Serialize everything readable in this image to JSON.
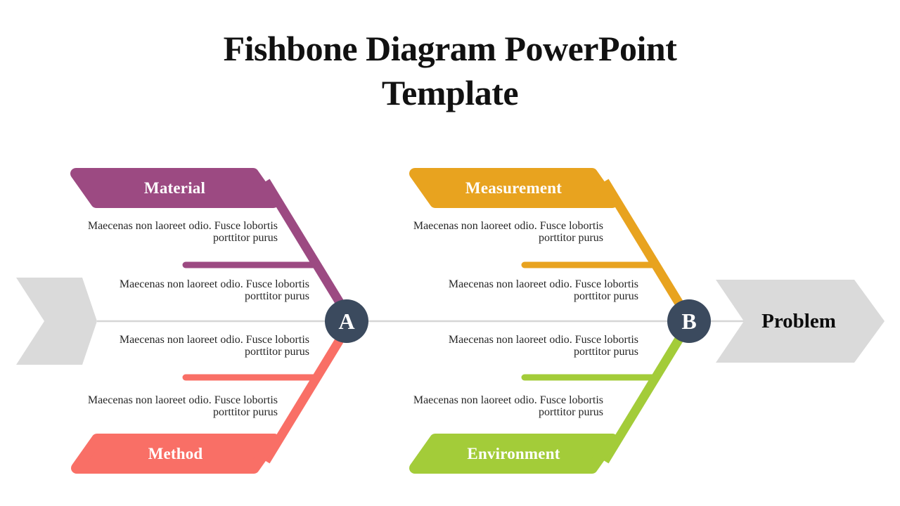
{
  "page": {
    "title": "Fishbone Diagram PowerPoint Template",
    "background_color": "#FFFFFF"
  },
  "diagram": {
    "type": "fishbone",
    "problem_label": "Problem",
    "spine_color": "#D6D6D6",
    "arrow_color": "#DADADA",
    "node_color": "#3B4A5E",
    "node_text_color": "#FFFFFF",
    "nodes": [
      {
        "label": "A"
      },
      {
        "label": "B"
      }
    ],
    "categories": [
      {
        "label": "Material",
        "color": "#9C4A82",
        "quadrant": "top-left",
        "notes": [
          "Maecenas non laoreet odio. Fusce lobortis porttitor purus",
          "Maecenas non laoreet odio. Fusce lobortis porttitor purus"
        ]
      },
      {
        "label": "Measurement",
        "color": "#E8A31F",
        "quadrant": "top-right",
        "notes": [
          "Maecenas non laoreet odio. Fusce lobortis porttitor purus",
          "Maecenas non laoreet odio. Fusce lobortis porttitor purus"
        ]
      },
      {
        "label": "Method",
        "color": "#F96F66",
        "quadrant": "bottom-left",
        "notes": [
          "Maecenas non laoreet odio. Fusce lobortis porttitor purus",
          "Maecenas non laoreet odio. Fusce lobortis porttitor purus"
        ]
      },
      {
        "label": "Environment",
        "color": "#A3CC39",
        "quadrant": "bottom-right",
        "notes": [
          "Maecenas non laoreet odio. Fusce lobortis porttitor purus",
          "Maecenas non laoreet odio. Fusce lobortis porttitor purus"
        ]
      }
    ]
  }
}
